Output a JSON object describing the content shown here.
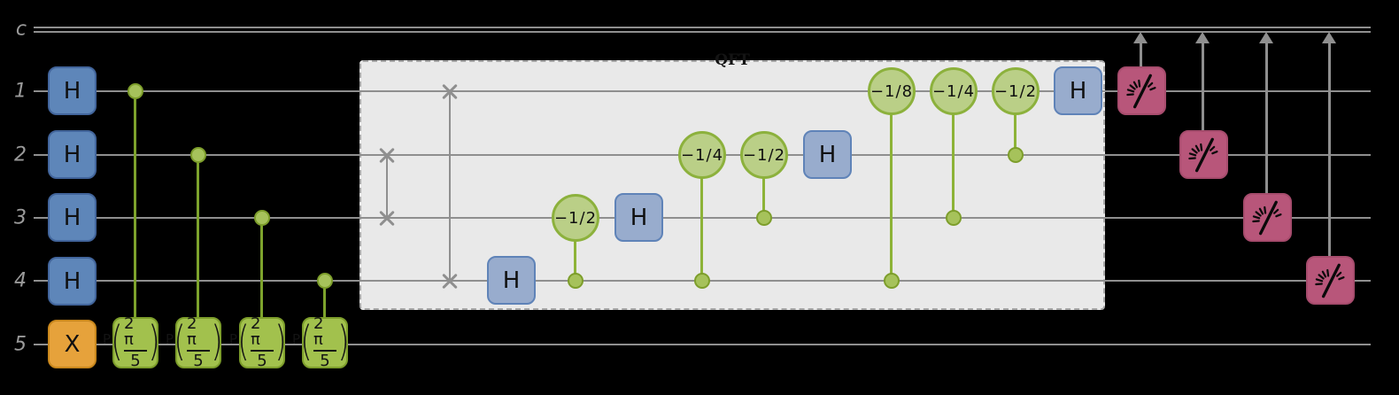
{
  "figure": {
    "type": "quantum-circuit",
    "description": "Quantum phase estimation circuit with inverse-QFT block and measurements"
  },
  "palette": {
    "background": "#000000",
    "wire": "#8f8f8f",
    "wire_label": "#9a9a9a",
    "h_gate_fill": "#5e86b9",
    "h_gate_fill_in_block": "#98accd",
    "x_gate_fill": "#e6a23b",
    "phase_gate_fill": "#a2c14d",
    "phase_circle_fill": "#bacf87",
    "control_line": "#7da32c",
    "measure_fill": "#b8567a",
    "block_fill": "#e9e9e9"
  },
  "wire_labels": {
    "classical": "c",
    "qubits": [
      "1",
      "2",
      "3",
      "4",
      "5"
    ]
  },
  "init_gates": {
    "h_label": "H",
    "x_label": "X"
  },
  "controlled_phase_q5": {
    "gate_name": "P",
    "left_paren": "(",
    "right_paren": ")",
    "numerator": "2 π",
    "denominator": "5",
    "instances": [
      {
        "control_qubit": "1",
        "target_qubit": "5"
      },
      {
        "control_qubit": "2",
        "target_qubit": "5"
      },
      {
        "control_qubit": "3",
        "target_qubit": "5"
      },
      {
        "control_qubit": "4",
        "target_qubit": "5"
      }
    ]
  },
  "qft_block": {
    "label": "QFT",
    "h_label": "H",
    "swaps": [
      {
        "between": "2-3"
      },
      {
        "between": "1-4"
      }
    ],
    "phase_circles": [
      {
        "label": "−1/2",
        "target_qubit": "3",
        "control_qubit": "4"
      },
      {
        "label": "−1/4",
        "target_qubit": "2",
        "control_qubit": "4"
      },
      {
        "label": "−1/2",
        "target_qubit": "2",
        "control_qubit": "3"
      },
      {
        "label": "−1/8",
        "target_qubit": "1",
        "control_qubit": "4"
      },
      {
        "label": "−1/4",
        "target_qubit": "1",
        "control_qubit": "3"
      },
      {
        "label": "−1/2",
        "target_qubit": "1",
        "control_qubit": "2"
      }
    ]
  },
  "measurements": [
    {
      "qubit": "1"
    },
    {
      "qubit": "2"
    },
    {
      "qubit": "3"
    },
    {
      "qubit": "4"
    }
  ]
}
